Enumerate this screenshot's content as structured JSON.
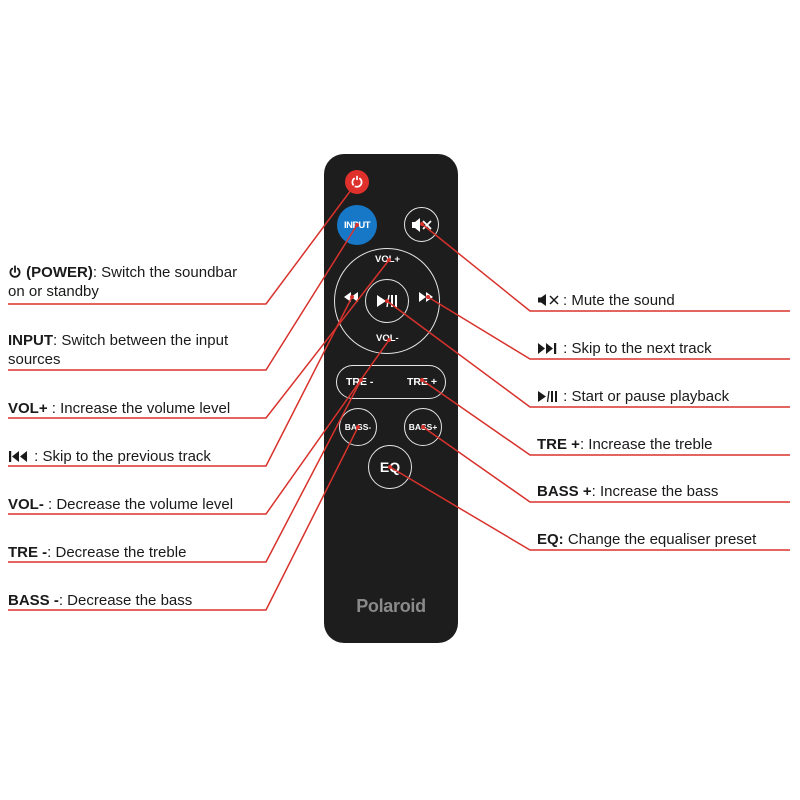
{
  "remote": {
    "brand": "Polaroid",
    "input_label": "INPUT",
    "vol_up_label": "VOL+",
    "vol_down_label": "VOL-",
    "treble_down_label": "TRE -",
    "treble_up_label": "TRE +",
    "bass_down_label": "BASS-",
    "bass_up_label": "BASS+",
    "eq_label": "EQ",
    "power_color": "#e0302c",
    "input_color": "#1778c8"
  },
  "callouts_left": [
    {
      "bold": "(POWER)",
      "text": ": Switch the soundbar",
      "text2": "on or standby",
      "icon": "power-icon"
    },
    {
      "bold": "INPUT",
      "text": ": Switch between the input",
      "text2": "sources"
    },
    {
      "bold": "VOL+",
      "text": " : Increase the volume level"
    },
    {
      "bold": "",
      "text": " : Skip to the previous track",
      "icon": "skip-previous-icon"
    },
    {
      "bold": "VOL-",
      "text": " : Decrease the volume level"
    },
    {
      "bold": "TRE -",
      "text": ": Decrease the treble"
    },
    {
      "bold": "BASS -",
      "text": ": Decrease the bass"
    }
  ],
  "callouts_right": [
    {
      "bold": "",
      "text": ": Mute the sound",
      "icon": "mute-icon"
    },
    {
      "bold": "",
      "text": " : Skip to the next track",
      "icon": "skip-next-icon"
    },
    {
      "bold": "",
      "text": " : Start or pause playback",
      "icon": "play-pause-icon"
    },
    {
      "bold": "TRE +",
      "text": ": Increase the treble"
    },
    {
      "bold": "BASS +",
      "text": ": Increase the bass"
    },
    {
      "bold": "EQ:",
      "text": " Change the equaliser preset"
    }
  ],
  "line_color": "#d8322c"
}
